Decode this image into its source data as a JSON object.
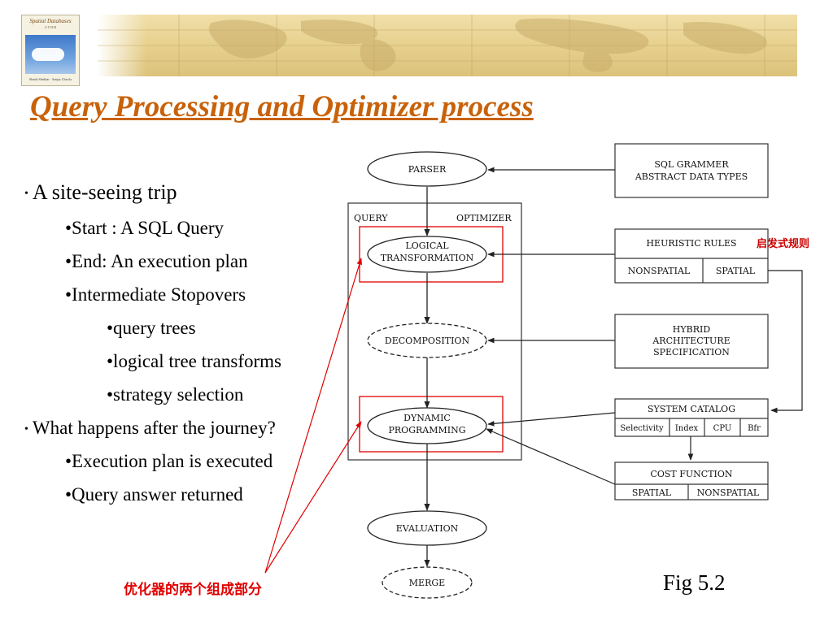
{
  "book": {
    "title": "Spatial Databases",
    "subtitle": "A TOUR",
    "authors": "Shashi Shekhar · Sanjay Chawla"
  },
  "slide": {
    "title": "Query Processing and Optimizer process",
    "bullets": [
      {
        "level": 1,
        "text": "A site-seeing trip"
      },
      {
        "level": 2,
        "text": "•Start : A SQL Query"
      },
      {
        "level": 2,
        "text": "•End: An execution plan"
      },
      {
        "level": 2,
        "text": "•Intermediate Stopovers"
      },
      {
        "level": 3,
        "text": "•query trees"
      },
      {
        "level": 3,
        "text": "•logical tree transforms"
      },
      {
        "level": 3,
        "text": "•strategy selection"
      },
      {
        "level": 1,
        "text": "What happens after the journey?"
      },
      {
        "level": 2,
        "text": "•Execution plan is executed"
      },
      {
        "level": 2,
        "text": "•Query answer returned"
      }
    ],
    "fig_caption": "Fig 5.2",
    "annotation_cn": "优化器的两个组成部分",
    "heuristic_note_cn": "启发式规则"
  },
  "diagram": {
    "nodes": {
      "parser": "PARSER",
      "logical_1": "LOGICAL",
      "logical_2": "TRANSFORMATION",
      "decomposition": "DECOMPOSITION",
      "dynamic_1": "DYNAMIC",
      "dynamic_2": "PROGRAMMING",
      "evaluation": "EVALUATION",
      "merge": "MERGE"
    },
    "optimizer_box": {
      "left_label": "QUERY",
      "right_label": "OPTIMIZER"
    },
    "boxes": {
      "sql_1": "SQL GRAMMER",
      "sql_2": "ABSTRACT DATA TYPES",
      "heuristic": "HEURISTIC RULES",
      "nonspatial": "NONSPATIAL",
      "spatial": "SPATIAL",
      "hybrid_1": "HYBRID",
      "hybrid_2": "ARCHITECTURE",
      "hybrid_3": "SPECIFICATION",
      "catalog": "SYSTEM CATALOG",
      "cat_selectivity": "Selectivity",
      "cat_index": "Index",
      "cat_cpu": "CPU",
      "cat_bfr": "Bfr",
      "cost": "COST FUNCTION",
      "cost_spatial": "SPATIAL",
      "cost_nonspatial": "NONSPATIAL"
    }
  },
  "colors": {
    "title": "#c8620a",
    "highlight_red": "#e00000",
    "banner": "#e6cf8c"
  }
}
